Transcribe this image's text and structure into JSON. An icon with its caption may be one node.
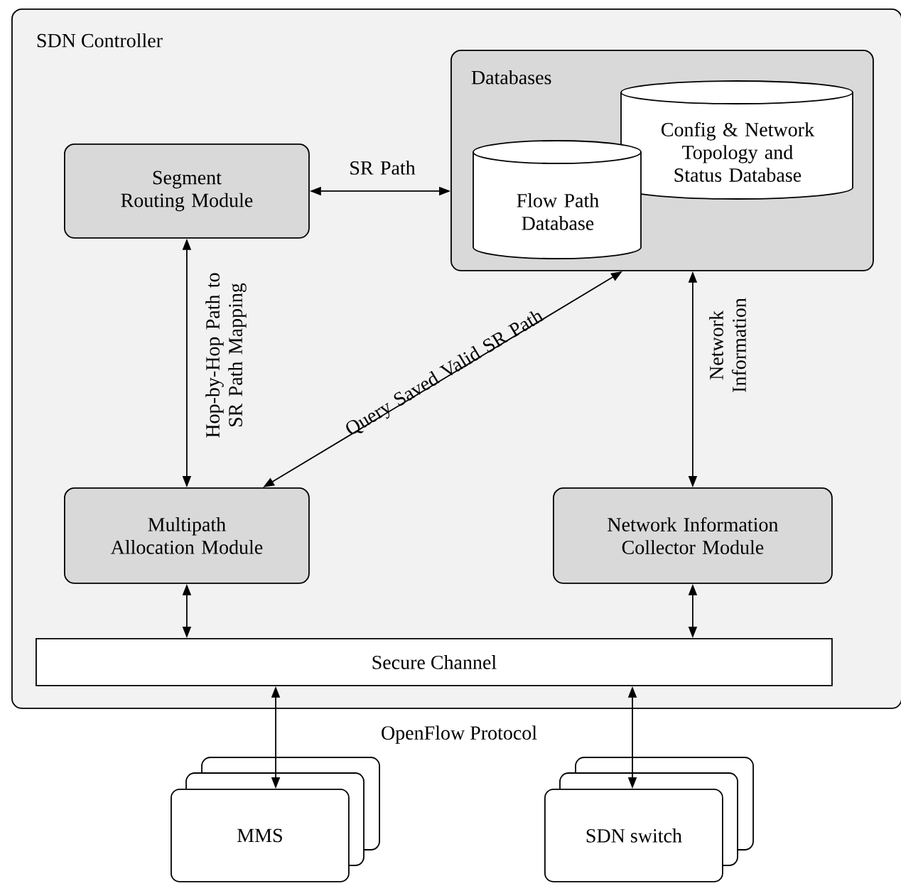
{
  "diagram": {
    "nodes": [
      {
        "text": [
          "SDN Controller"
        ]
      },
      {
        "text": [
          "Databases"
        ],
        "in": 0
      },
      {
        "text": [
          "Config & Network Topology and Status Database"
        ],
        "in": 1
      },
      {
        "text": [
          "Flow Path Database"
        ],
        "in": 1
      },
      {
        "text": [
          "Segment Routing Module"
        ],
        "in": 0
      },
      {
        "text": [
          "Multipath Allocation Module"
        ],
        "in": 0
      },
      {
        "text": [
          "Network Information Collector Module"
        ],
        "in": 0
      },
      {
        "text": [
          "Secure Channel"
        ],
        "in": 0
      },
      {
        "text": [
          "MMS"
        ]
      },
      {
        "text": [
          "SDN switch"
        ]
      }
    ],
    "edges": [
      {
        "from": 4,
        "to": 1,
        "arrow": "both",
        "label": "SR Path"
      },
      {
        "from": 4,
        "to": 5,
        "arrow": "both",
        "label": "Hop-by-Hop Path to SR Path Mapping"
      },
      {
        "from": 5,
        "to": 1,
        "arrow": "both",
        "label": "Query Saved Valid SR Path"
      },
      {
        "from": 6,
        "to": 1,
        "arrow": "both",
        "label": "Network Information"
      },
      {
        "from": 5,
        "to": 7,
        "arrow": "both"
      },
      {
        "from": 6,
        "to": 7,
        "arrow": "both"
      },
      {
        "from": 7,
        "to": 8,
        "arrow": "both"
      },
      {
        "from": 7,
        "to": 9,
        "arrow": "both"
      }
    ],
    "labels": [
      "OpenFlow Protocol"
    ]
  }
}
